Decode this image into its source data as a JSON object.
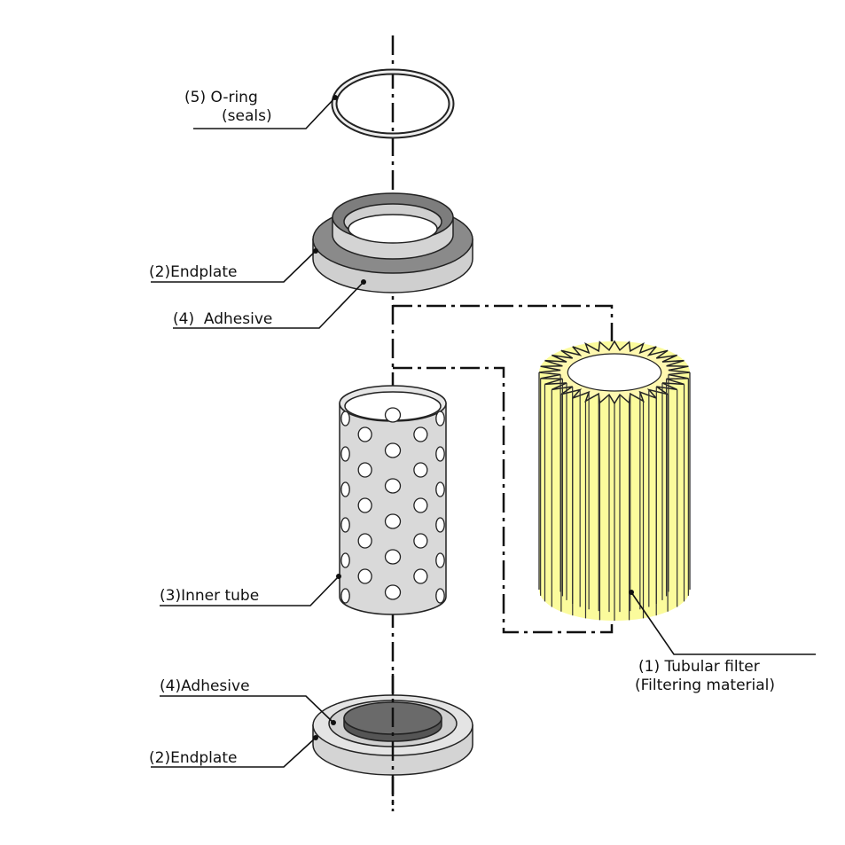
{
  "labels": {
    "oring": "(5) O-ring",
    "oring_sub": "(seals)",
    "endplate_top": "(2)Endplate",
    "adhesive_top": "(4)  Adhesive",
    "inner_tube": "(3)Inner tube",
    "adhesive_bottom": "(4)Adhesive",
    "endplate_bottom": "(2)Endplate",
    "filter": "(1) Tubular filter",
    "filter_sub": "(Filtering material)"
  },
  "colors": {
    "filter": "#fbfb9c",
    "metal": "#d9d9d9",
    "dark": "#6a6a6a"
  }
}
